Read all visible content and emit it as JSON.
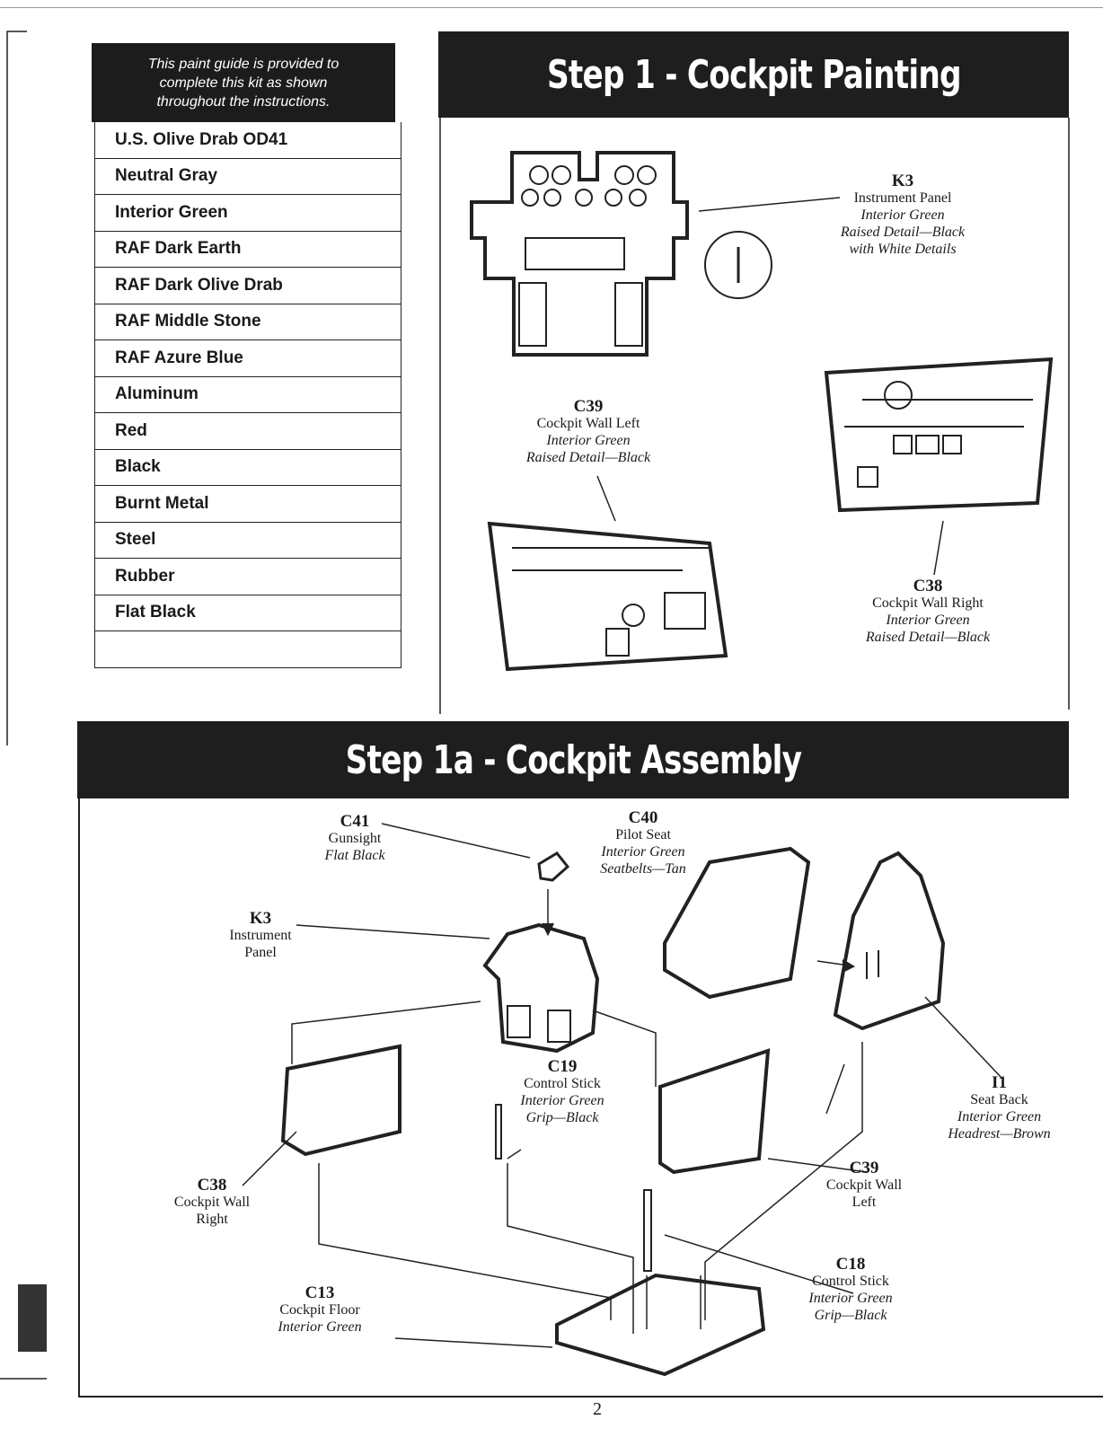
{
  "paint_guide": {
    "intro": "This paint guide is provided to complete this kit as shown throughout the instructions.",
    "colors": [
      "U.S. Olive Drab OD41",
      "Neutral Gray",
      "Interior Green",
      "RAF Dark Earth",
      "RAF Dark Olive Drab",
      "RAF Middle Stone",
      "RAF Azure Blue",
      "Aluminum",
      "Red",
      "Black",
      "Burnt Metal",
      "Steel",
      "Rubber",
      "Flat Black",
      ""
    ]
  },
  "step1": {
    "title": "Step 1 - Cockpit  Painting",
    "callouts": [
      {
        "part": "K3",
        "name": "Instrument Panel",
        "paint": [
          "Interior Green",
          "Raised Detail—Black",
          "with White Details"
        ]
      },
      {
        "part": "C39",
        "name": "Cockpit Wall Left",
        "paint": [
          "Interior Green",
          "Raised Detail—Black"
        ]
      },
      {
        "part": "C38",
        "name": "Cockpit Wall Right",
        "paint": [
          "Interior Green",
          "Raised Detail—Black"
        ]
      }
    ]
  },
  "step1a": {
    "title": "Step 1a - Cockpit  Assembly",
    "callouts": [
      {
        "part": "C41",
        "name": "Gunsight",
        "paint": [
          "Flat Black"
        ]
      },
      {
        "part": "C40",
        "name": "Pilot Seat",
        "paint": [
          "Interior Green",
          "Seatbelts—Tan"
        ]
      },
      {
        "part": "K3",
        "name": "Instrument",
        "name2": "Panel",
        "paint": []
      },
      {
        "part": "C19",
        "name": "Control Stick",
        "paint": [
          "Interior Green",
          "Grip—Black"
        ]
      },
      {
        "part": "I1",
        "name": "Seat Back",
        "paint": [
          "Interior Green",
          "Headrest—Brown"
        ]
      },
      {
        "part": "C38",
        "name": "Cockpit Wall",
        "name2": "Right",
        "paint": []
      },
      {
        "part": "C39",
        "name": "Cockpit Wall",
        "name2": "Left",
        "paint": []
      },
      {
        "part": "C18",
        "name": "Control Stick",
        "paint": [
          "Interior Green",
          "Grip—Black"
        ]
      },
      {
        "part": "C13",
        "name": "Cockpit Floor",
        "paint": [
          "Interior Green"
        ]
      }
    ]
  },
  "page_number": "2"
}
